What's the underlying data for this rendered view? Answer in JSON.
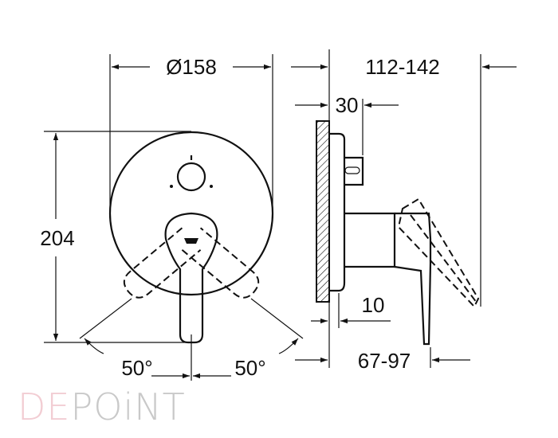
{
  "dimensions": {
    "diameter": "Ø158",
    "depth_range": "112-142",
    "plate_depth": "30",
    "height": "204",
    "angle_left": "50°",
    "angle_right": "50°",
    "spout_gap": "10",
    "lever_range": "67-97"
  },
  "logo": {
    "part_a": "DE",
    "part_b": "POiNT",
    "color_a": "#f2cdd3",
    "color_b": "#c9c9c9"
  }
}
